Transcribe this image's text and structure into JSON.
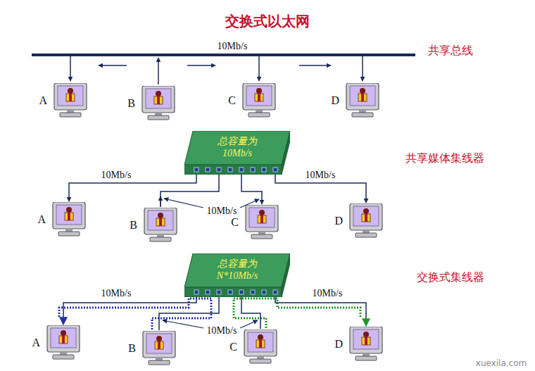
{
  "diagram": {
    "title": "交换式以太网",
    "nodes": [
      {
        "text": [
          "A"
        ]
      },
      {
        "text": [
          "B"
        ]
      },
      {
        "text": [
          "C"
        ]
      },
      {
        "text": [
          "D"
        ]
      },
      {
        "text": [
          "总容量为 10Mb/s"
        ]
      },
      {
        "text": [
          "A"
        ]
      },
      {
        "text": [
          "B"
        ]
      },
      {
        "text": [
          "C"
        ]
      },
      {
        "text": [
          "D"
        ]
      },
      {
        "text": [
          "总容量为 N*10Mb/s"
        ]
      },
      {
        "text": [
          "A"
        ]
      },
      {
        "text": [
          "B"
        ]
      },
      {
        "text": [
          "C"
        ]
      },
      {
        "text": [
          "D"
        ]
      }
    ],
    "edges": [
      {
        "from": 4,
        "to": 5,
        "arrow": "to",
        "label": "10Mb/s"
      },
      {
        "from": 4,
        "to": 6,
        "arrow": "none"
      },
      {
        "from": 4,
        "to": 7,
        "arrow": "to"
      },
      {
        "from": 4,
        "to": 8,
        "arrow": "to",
        "label": "10Mb/s"
      },
      {
        "from": 9,
        "to": 10,
        "arrow": "to",
        "label": "10Mb/s"
      },
      {
        "from": 9,
        "to": 11,
        "arrow": "none"
      },
      {
        "from": 9,
        "to": 12,
        "arrow": "none"
      },
      {
        "from": 9,
        "to": 13,
        "arrow": "to",
        "label": "10Mb/s"
      }
    ],
    "labels": [
      "10Mb/s",
      "共享总线",
      "共享媒体集线器",
      "10Mb/s",
      "交换式集线器",
      "10Mb/s",
      "xuexila.com"
    ]
  }
}
